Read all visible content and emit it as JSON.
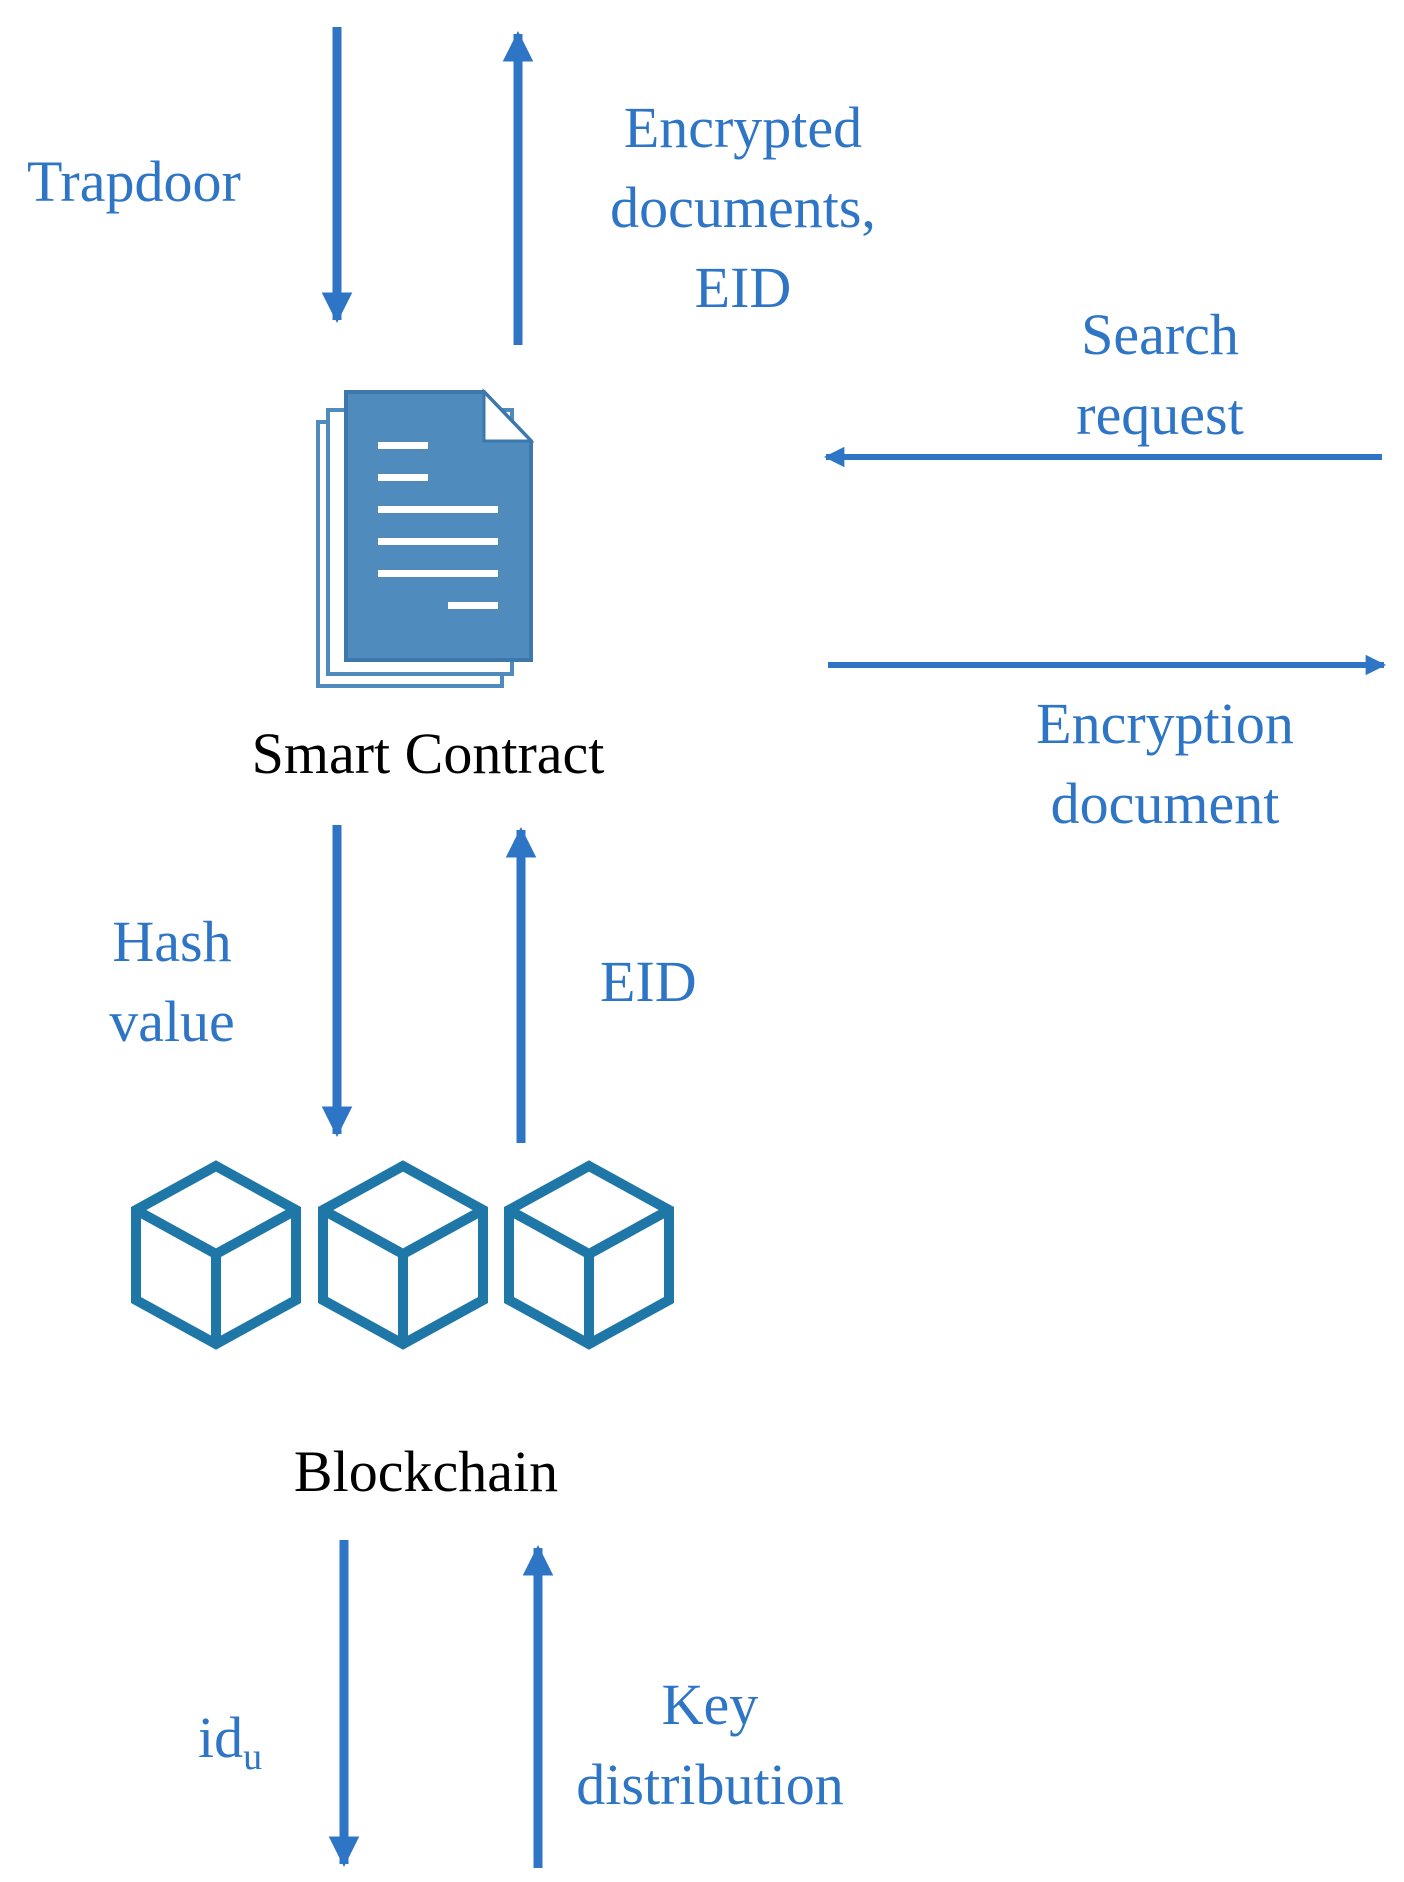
{
  "colors": {
    "arrow": "#2e75c5",
    "label": "#2e75c5",
    "node_label": "#000000",
    "document": "#4f8bbd",
    "document_outline": "#3d78ad",
    "blockchain": "#1f77a8"
  },
  "icons": {
    "smart_contract": "document-stack-icon",
    "blockchain": "cube-chain-icon"
  },
  "nodes": {
    "smart_contract": "Smart Contract",
    "blockchain": "Blockchain"
  },
  "edges": {
    "trapdoor": "Trapdoor",
    "encrypted_documents": [
      "Encrypted",
      "documents,",
      "EID"
    ],
    "search_request": [
      "Search",
      "request"
    ],
    "encryption_document": [
      "Encryption",
      "document"
    ],
    "hash_value": [
      "Hash",
      "value"
    ],
    "eid": "EID",
    "id_main": "id",
    "id_sub": "u",
    "key_distribution": [
      "Key",
      "distribution"
    ]
  }
}
